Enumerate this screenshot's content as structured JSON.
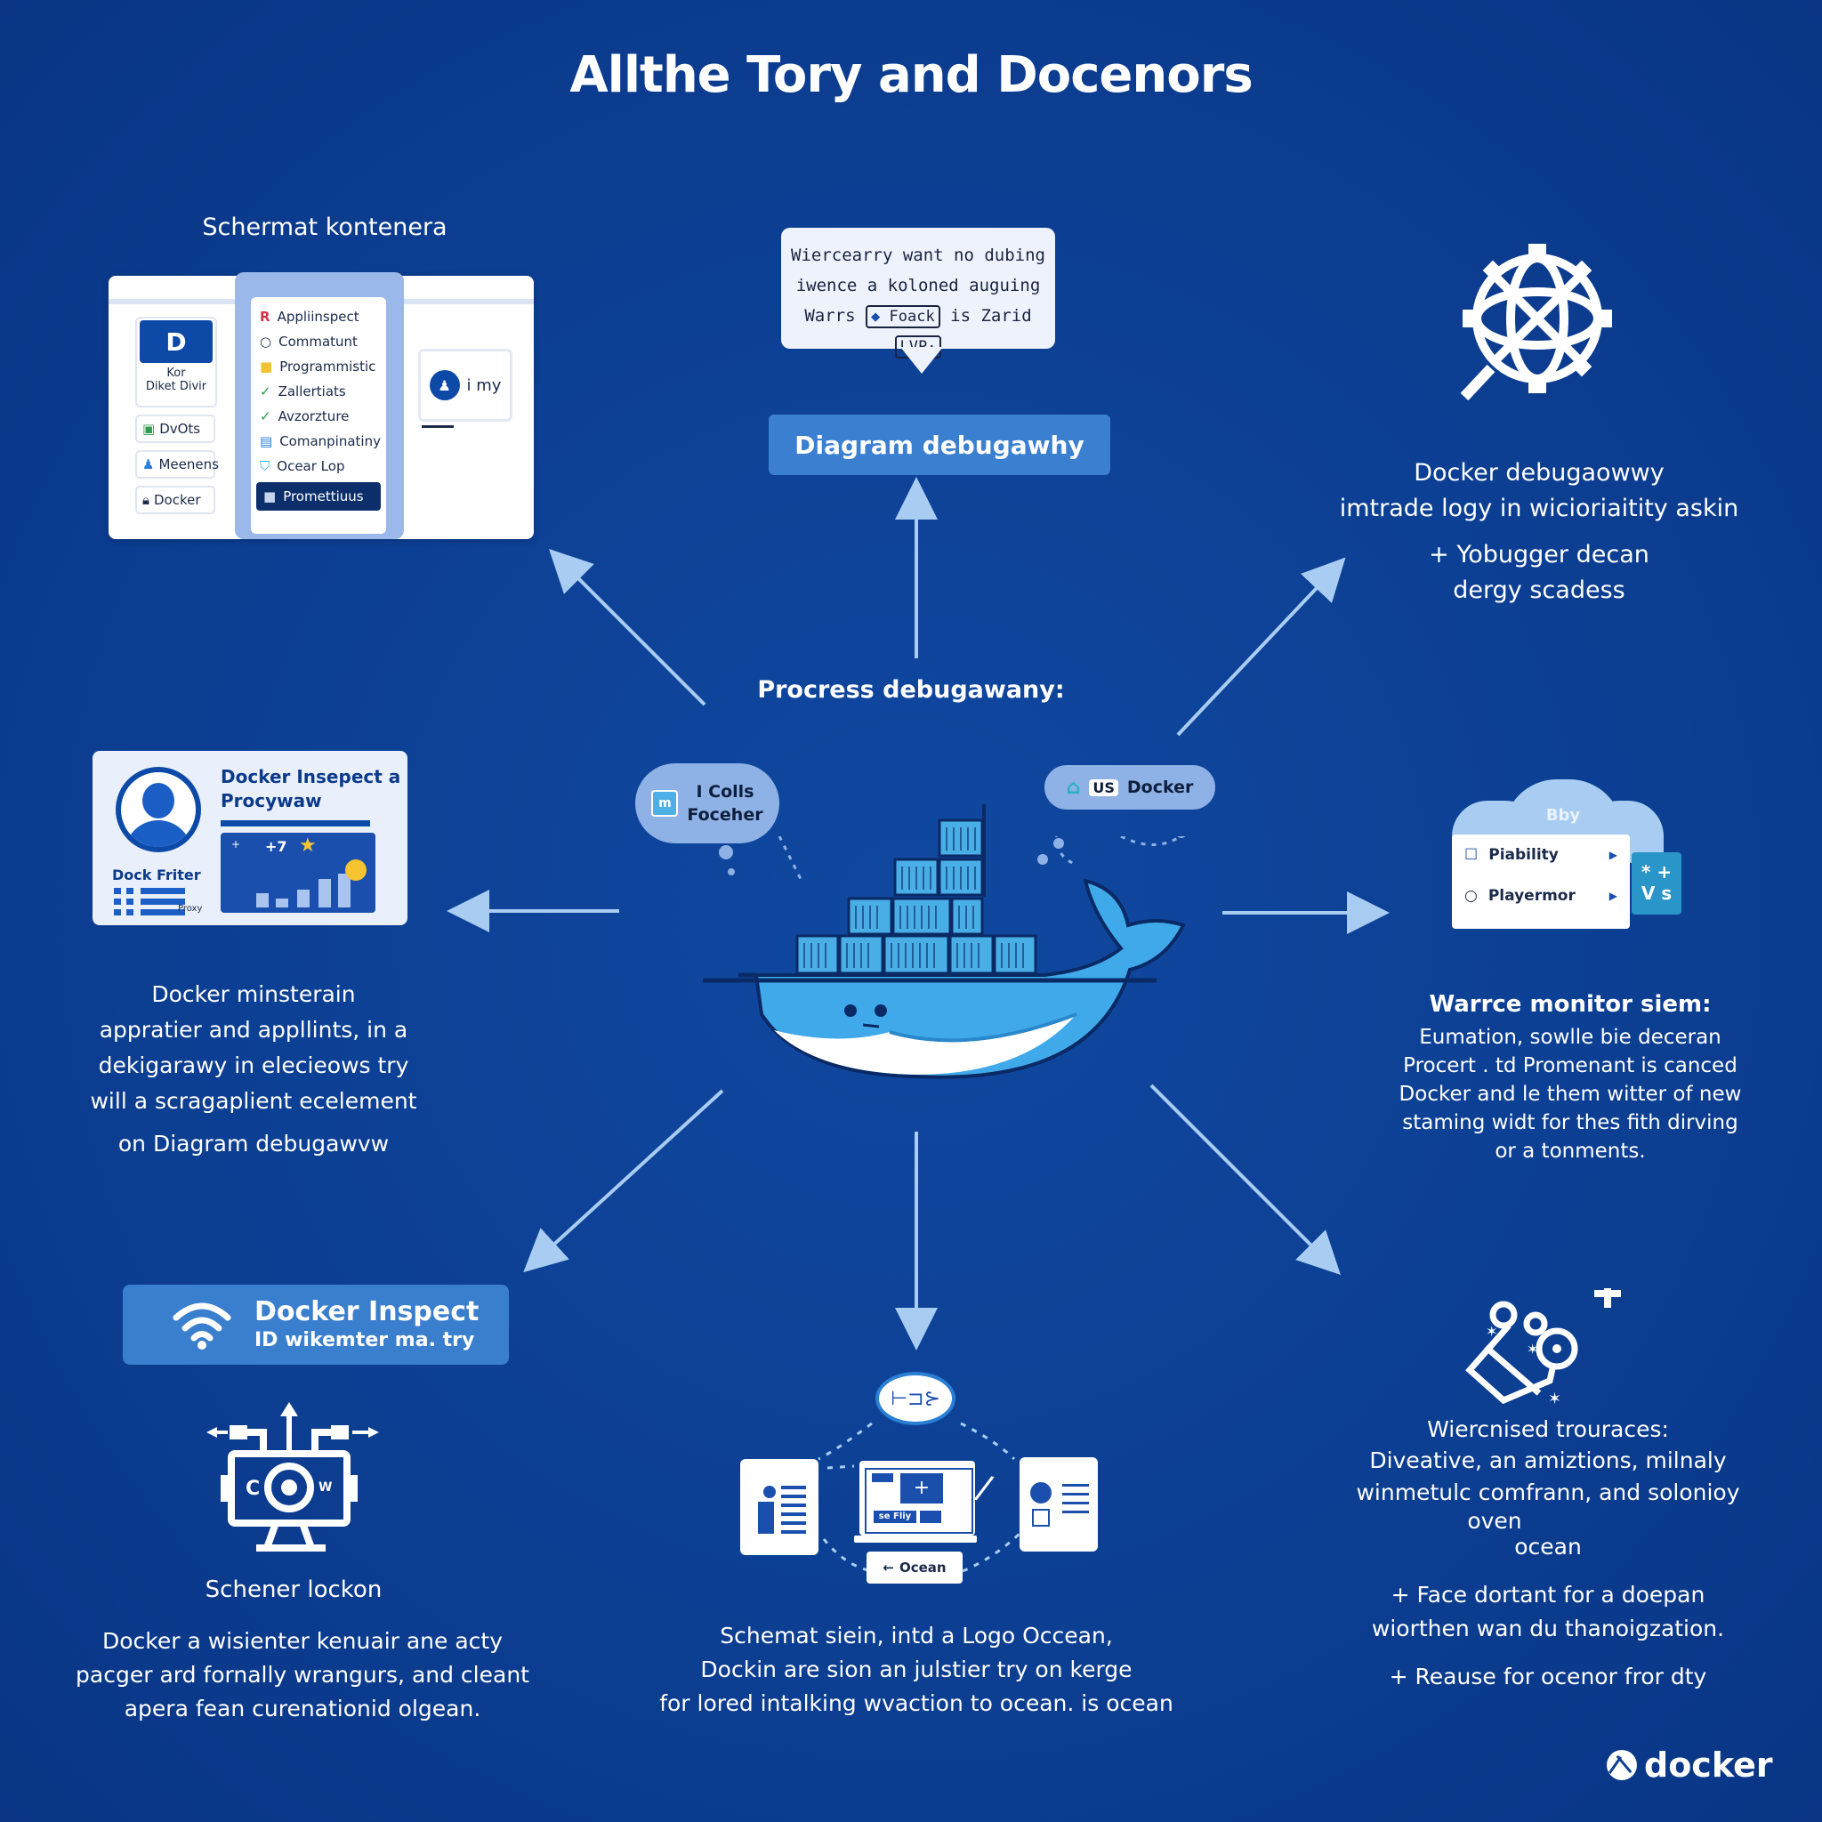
{
  "title": "Allthe Tory and Docenors",
  "top_left": {
    "label": "Schermat kontenera",
    "logo_letter": "D",
    "logo_caption_1": "Kor",
    "logo_caption_2": "Diket Divir",
    "side_chips": [
      {
        "icon": "package-icon",
        "label": "DvOts"
      },
      {
        "icon": "user-icon",
        "label": "Meenens"
      },
      {
        "icon": "lock-icon",
        "label": "Docker"
      }
    ],
    "menu_items": [
      {
        "icon": "r-icon",
        "label": "Appliinspect"
      },
      {
        "icon": "circle-icon",
        "label": "Commatunt"
      },
      {
        "icon": "folder-icon",
        "label": "Programmistic"
      },
      {
        "icon": "check-icon",
        "label": "Zallertiats"
      },
      {
        "icon": "check-icon",
        "label": "Avzorzture"
      },
      {
        "icon": "briefcase-icon",
        "label": "Comanpinatiny"
      },
      {
        "icon": "shield-icon",
        "label": "Ocear Lop"
      }
    ],
    "menu_selected": "Promettiuus",
    "user_label": "i my"
  },
  "top_center": {
    "bubble_line_1": "Wiercearry want no dubing",
    "bubble_line_2": "iwence a koloned auguing",
    "bubble_line_3_prefix": "Warrs",
    "bubble_tag_1": "Foack",
    "bubble_line_3_mid": "is Zarid",
    "bubble_tag_2": "LVP·",
    "button_label": "Diagram debugawhy"
  },
  "top_right": {
    "line_1": "Docker debugaowwy",
    "line_2": "imtrade logy in wicioriaitity askin",
    "sub_line_1": "+ Yobugger decan",
    "sub_line_2": "dergy scadess"
  },
  "center": {
    "label": "Procress debugawany:",
    "cloud_left_line_1": "I Colls",
    "cloud_left_line_2": "Foceher",
    "cloud_right_badge": "US",
    "cloud_right_label": "Docker"
  },
  "middle_left": {
    "card_title_1": "Docker Insepect a",
    "card_title_2": "Procywaw",
    "chart_badge": "+7",
    "caption": "Dock Friter",
    "small_label": "Proxy",
    "body": [
      "Docker minsterain",
      "appratier and appllints, in a",
      "dekigarawy in elecieows try",
      "will a scragaplient ecelement",
      "on Diagram debugawvw"
    ]
  },
  "middle_right": {
    "cloud_label": "Bby",
    "menu_items": [
      {
        "icon": "edit-icon",
        "label": "Piability"
      },
      {
        "icon": "circle-icon",
        "label": "Playermor"
      }
    ],
    "badge_text_1": "* +",
    "badge_text_2": "V s",
    "title": "Warrce monitor siem:",
    "body": [
      "Eumation, sowlle bie deceran",
      "Procert . td Promenant is canced",
      "Docker and le them witter of new",
      "staming widt for thes fith dirving",
      "or a tonments."
    ]
  },
  "bottom_left": {
    "button_title": "Docker Inspect",
    "button_sub": "ID wikemter ma. try",
    "icon_letters": [
      "C",
      "W"
    ],
    "label": "Schener lockon",
    "body": [
      "Docker a wisienter kenuair ane acty",
      "pacger ard fornally wrangurs, and cleant",
      "apera fean curenationid olgean."
    ]
  },
  "bottom_center": {
    "screen_label": "se Fliy",
    "back_label": "Ocean",
    "body": [
      "Schemat siein, intd a Logo Occean,",
      "Dockin are sion an julstier try on kerge",
      "for lored intalking wvaction to ocean. is ocean"
    ]
  },
  "bottom_right": {
    "title": "Wiercnised trouraces:",
    "body": [
      "Diveative, an amiztions, milnaly",
      "winmetulc comfrann, and solonioy",
      "oven",
      "ocean"
    ],
    "bullets": [
      "+ Face dortant for a doepan wiorthen wan du thanoigzation.",
      "+ Reause for ocenor fror dty"
    ]
  },
  "footer": {
    "brand": "docker"
  },
  "colors": {
    "background": "#0c3f93",
    "accent_button": "#3b7fd1",
    "whale": "#3fa9e9",
    "container": "#4aaee6",
    "outline": "#0a2a66"
  }
}
